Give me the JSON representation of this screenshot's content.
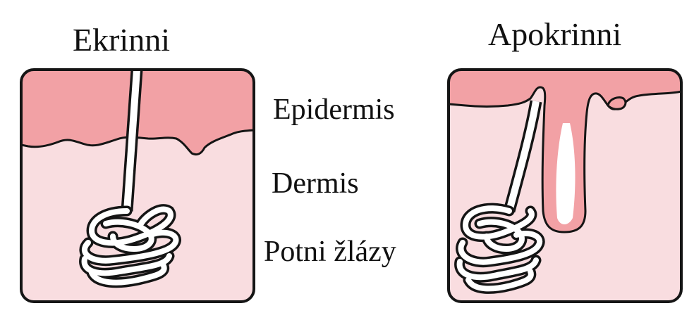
{
  "titles": {
    "left": "Ekrinni",
    "right": "Apokrinni"
  },
  "labels": {
    "epidermis": "Epidermis",
    "dermis": "Dermis",
    "glands": "Potni žlázy"
  },
  "colors": {
    "epidermis": "#f2a1a5",
    "dermis": "#f9dde0",
    "outline": "#151515",
    "duct": "#ffffff"
  }
}
